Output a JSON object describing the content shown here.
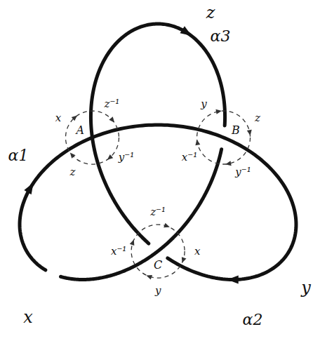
{
  "diagram": {
    "labels": [
      "z",
      "α3",
      "α1",
      "x",
      "y",
      "α2",
      "A",
      "B",
      "C",
      "x",
      "z⁻¹",
      "y⁻¹",
      "z",
      "y",
      "z",
      "y⁻¹",
      "x⁻¹",
      "z⁻¹",
      "x",
      "y",
      "x⁻¹"
    ]
  }
}
